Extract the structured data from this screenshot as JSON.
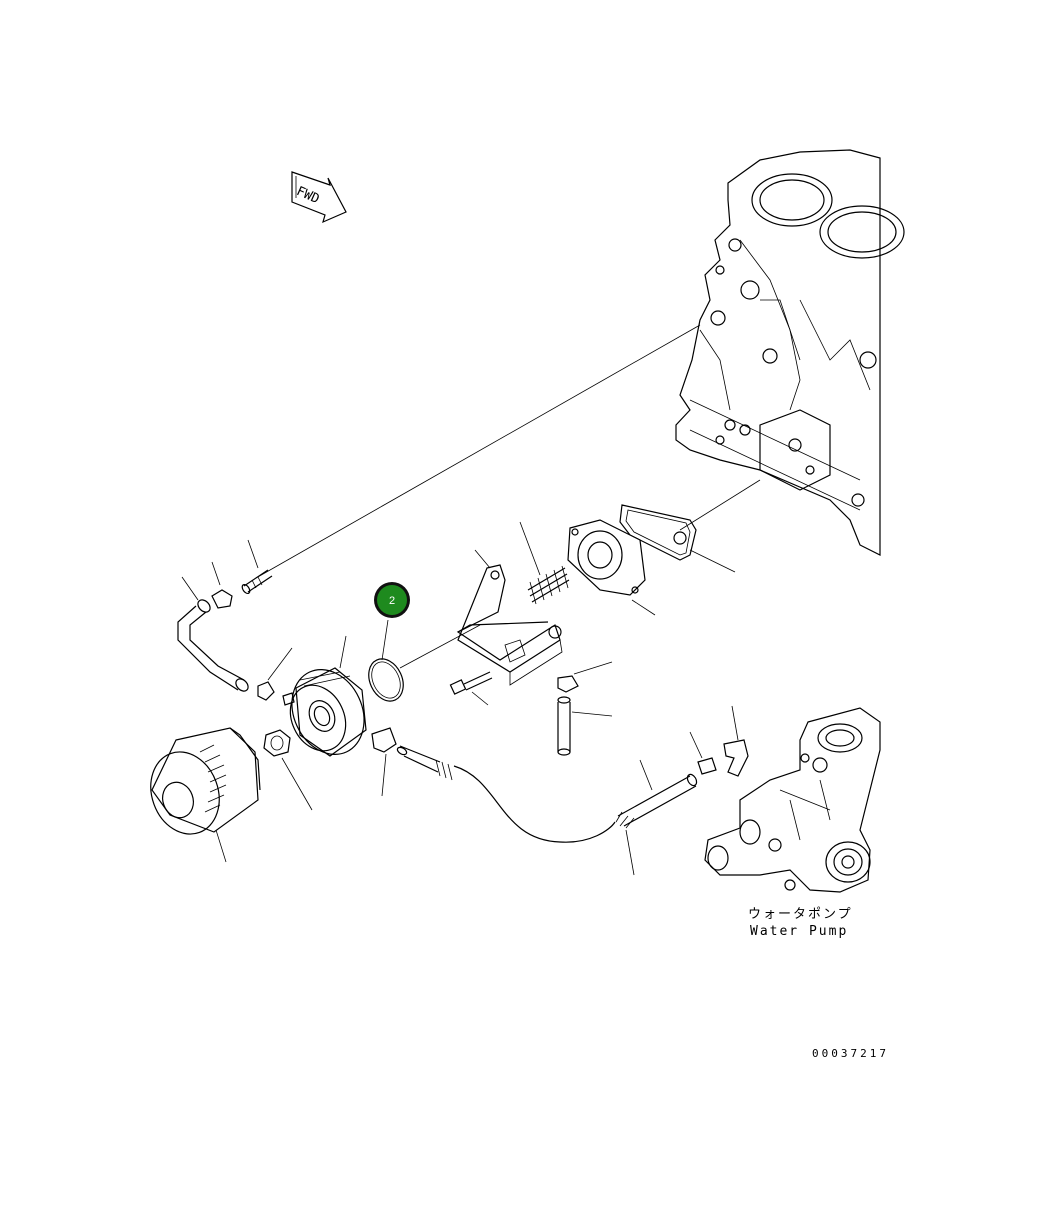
{
  "fwd_label": "FWD",
  "callout": {
    "number": "2",
    "fill": "#1e8a1e",
    "ring": "#111111"
  },
  "labels": {
    "water_pump_jp": "ウォータポンプ",
    "water_pump_en": "Water Pump"
  },
  "drawing_number": "00037217"
}
